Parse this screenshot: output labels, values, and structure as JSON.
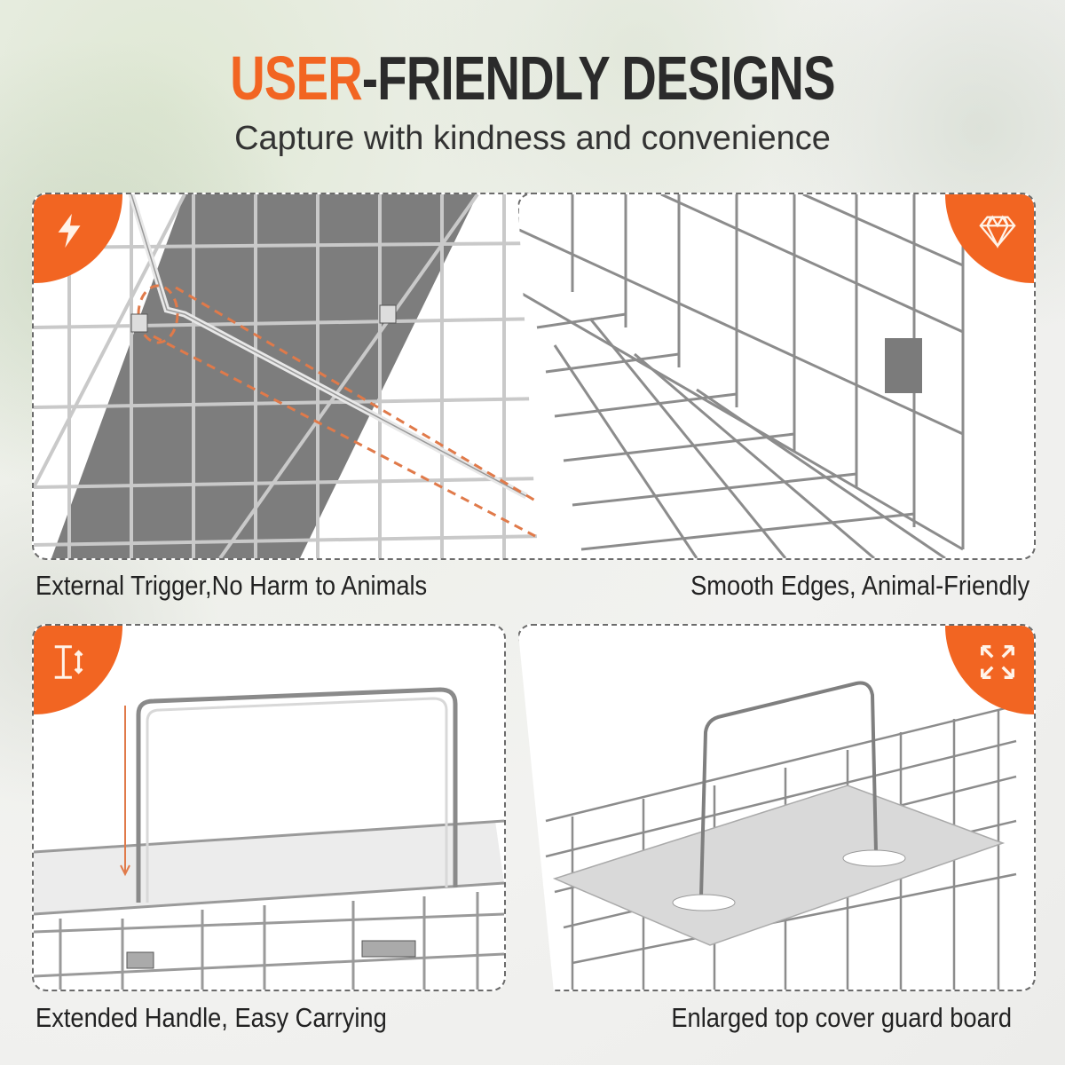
{
  "header": {
    "title_accent": "USER",
    "title_rest": "-FRIENDLY DESIGNS",
    "subtitle": "Capture with kindness and convenience"
  },
  "colors": {
    "accent": "#f26522",
    "text_dark": "#2b2b2b",
    "panel_border": "#6b6b6b"
  },
  "features": [
    {
      "caption": "External Trigger,No Harm to Animals",
      "icon": "lightning-icon",
      "illustration": "external trigger rod on wire cage"
    },
    {
      "caption": "Smooth Edges, Animal-Friendly",
      "icon": "diamond-icon",
      "illustration": "wire mesh cage interior corner"
    },
    {
      "caption": "Extended Handle, Easy Carrying",
      "icon": "height-adjust-icon",
      "illustration": "extended carry handle on cage top"
    },
    {
      "caption": "Enlarged top cover guard board",
      "icon": "expand-arrows-icon",
      "illustration": "handle with guard board plate"
    }
  ]
}
